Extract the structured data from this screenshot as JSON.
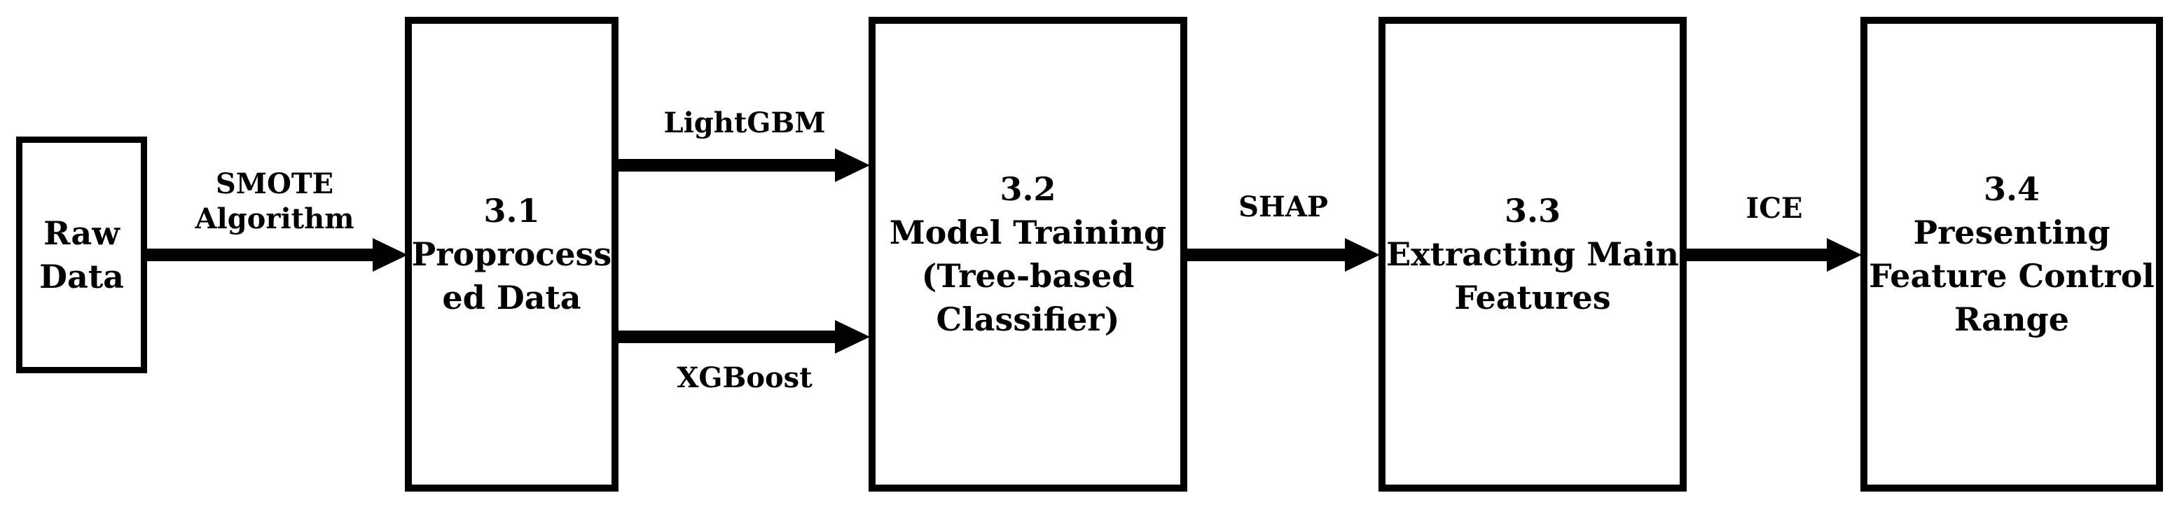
{
  "diagram": {
    "background_color": "#ffffff",
    "line_color": "#000000",
    "nodes": [
      {
        "id": "raw-data",
        "label": "Raw\nData"
      },
      {
        "id": "preprocessed-data",
        "label": "3.1\nProprocess\ned Data"
      },
      {
        "id": "model-training",
        "label": "3.2\nModel Training\n(Tree-based\nClassifier)"
      },
      {
        "id": "extracting-main-features",
        "label": "3.3\nExtracting Main\nFeatures"
      },
      {
        "id": "presenting-feature-control-range",
        "label": "3.4\nPresenting\nFeature Control\nRange"
      }
    ],
    "edges": [
      {
        "from": "raw-data",
        "to": "preprocessed-data",
        "label": "SMOTE\nAlgorithm"
      },
      {
        "from": "preprocessed-data",
        "to": "model-training",
        "label": "LightGBM"
      },
      {
        "from": "preprocessed-data",
        "to": "model-training",
        "label": "XGBoost"
      },
      {
        "from": "model-training",
        "to": "extracting-main-features",
        "label": "SHAP"
      },
      {
        "from": "extracting-main-features",
        "to": "presenting-feature-control-range",
        "label": "ICE"
      }
    ]
  }
}
